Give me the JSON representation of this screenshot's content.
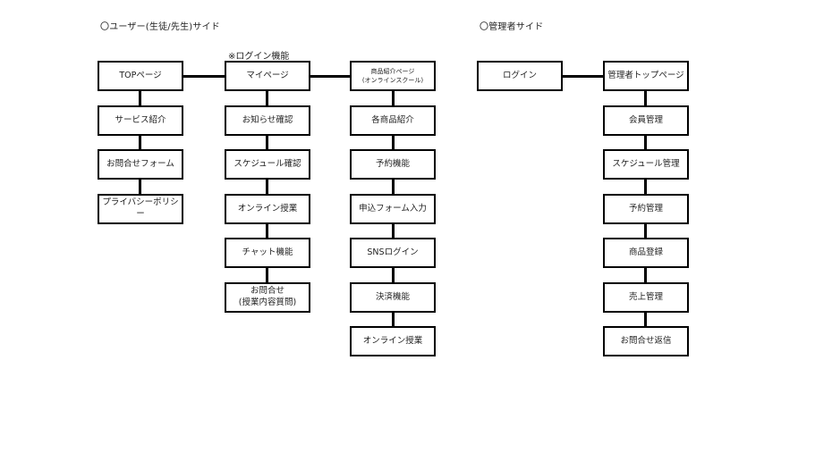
{
  "user_side": {
    "title": "〇ユーザー(生徒/先生)サイド",
    "note": "※ログイン機能",
    "col1": [
      "TOPページ",
      "サービス紹介",
      "お問合せフォーム",
      "プライバシーポリシー"
    ],
    "col2": [
      "マイページ",
      "お知らせ確認",
      "スケジュール確認",
      "オンライン授業",
      "チャット機能",
      "お問合せ\n(授業内容質問)"
    ],
    "col3": [
      "商品紹介ページ\n(オンラインスクール)",
      "各商品紹介",
      "予約機能",
      "申込フォーム入力",
      "SNSログイン",
      "決済機能",
      "オンライン授業"
    ]
  },
  "admin_side": {
    "title": "〇管理者サイド",
    "login": "ログイン",
    "items": [
      "管理者トップページ",
      "会員管理",
      "スケジュール管理",
      "予約管理",
      "商品登録",
      "売上管理",
      "お問合せ返信"
    ]
  }
}
